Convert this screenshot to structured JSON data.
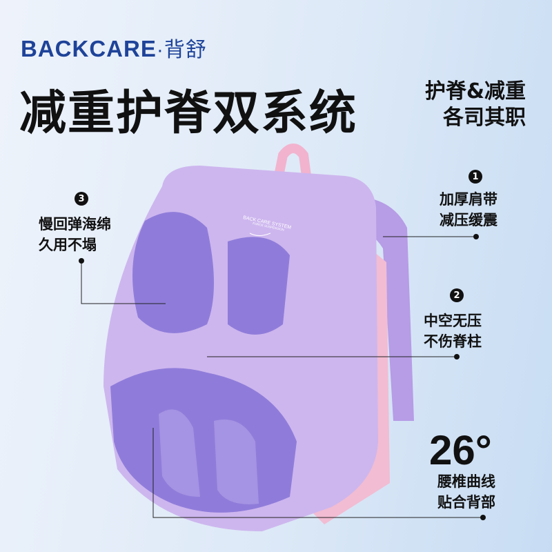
{
  "brand": {
    "name": "BACKCARE",
    "separator": "·",
    "name_cn": "背舒"
  },
  "headline": "减重护脊双系统",
  "slogan": {
    "line1": "护脊&减重",
    "line2": "各司其职"
  },
  "product": {
    "print_text": "BACK CARE SYSTEM",
    "print_subtext": "FORCE SUSPENSION"
  },
  "callouts": [
    {
      "number": "1",
      "line1": "加厚肩带",
      "line2": "减压缓震"
    },
    {
      "number": "2",
      "line1": "中空无压",
      "line2": "不伤脊柱"
    },
    {
      "number": "3",
      "line1": "慢回弹海绵",
      "line2": "久用不塌"
    },
    {
      "number": "26°",
      "line1": "腰椎曲线",
      "line2": "贴合背部"
    }
  ],
  "colors": {
    "brand": "#1e4399",
    "backpack": "#c9b3ec",
    "pad": "#8d7ad8",
    "pink": "#f0b8cf"
  }
}
